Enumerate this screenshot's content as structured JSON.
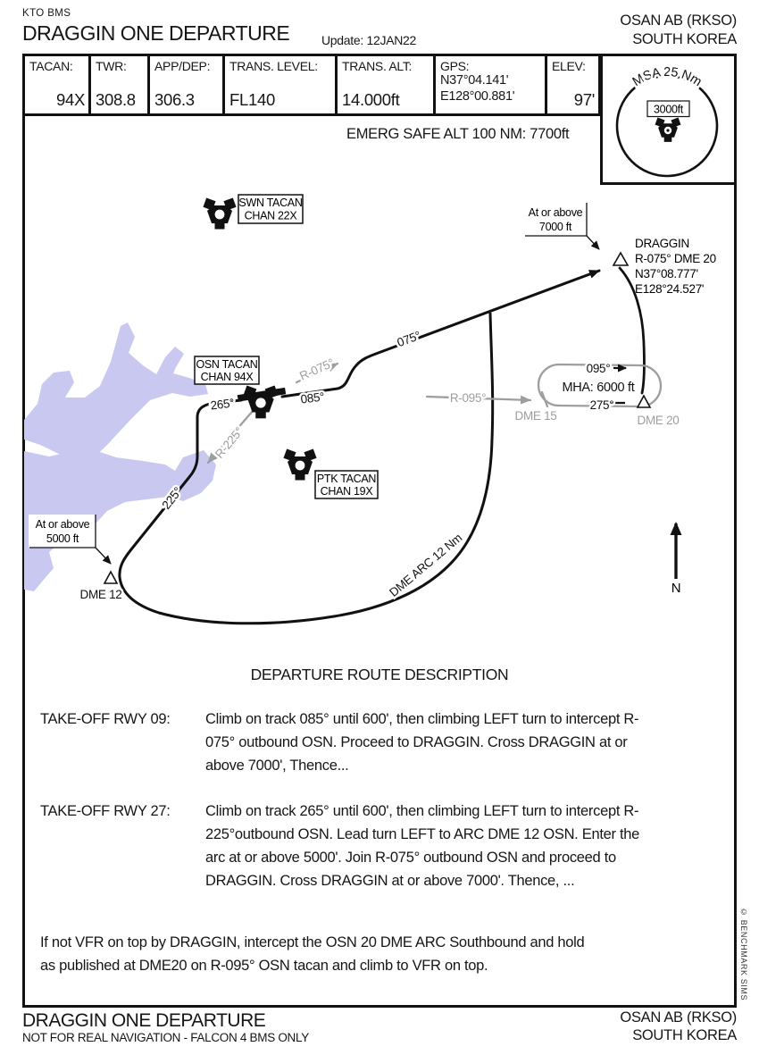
{
  "header": {
    "brand": "KTO BMS",
    "title": "DRAGGIN ONE DEPARTURE",
    "update": "Update: 12JAN22",
    "airport": "OSAN AB (RKSO)",
    "country": "SOUTH KOREA"
  },
  "info": {
    "tacan_label": "TACAN:",
    "tacan": "94X",
    "twr_label": "TWR:",
    "twr": "308.8",
    "appdep_label": "APP/DEP:",
    "appdep": "306.3",
    "translevel_label": "TRANS. LEVEL:",
    "translevel": "FL140",
    "transalt_label": "TRANS. ALT:",
    "transalt": "14.000ft",
    "gps_label": "GPS:",
    "gps_lat": "N37°04.141'",
    "gps_lon": "E128°00.881'",
    "elev_label": "ELEV:",
    "elev": "97'"
  },
  "msa": {
    "ring_label": "MSA 25 Nm",
    "altitude": "3000ft"
  },
  "emerg": "EMERG SAFE ALT 100 NM: 7700ft",
  "chart": {
    "navaids": {
      "swn": {
        "name": "SWN TACAN",
        "chan": "CHAN 22X"
      },
      "osn": {
        "name": "OSN TACAN",
        "chan": "CHAN 94X"
      },
      "ptk": {
        "name": "PTK TACAN",
        "chan": "CHAN 19X"
      }
    },
    "fix": {
      "name": "DRAGGIN",
      "radial": "R-075° DME 20",
      "lat": "N37°08.777'",
      "lon": "E128°24.527'"
    },
    "callout_7000": {
      "line1": "At or above",
      "line2": "7000 ft"
    },
    "callout_5000": {
      "line1": "At or above",
      "line2": "5000 ft"
    },
    "labels": {
      "trk265": "265°",
      "trk085": "085°",
      "r075": "R-075°",
      "trk075": "075°",
      "trk225": "225°",
      "r225": "R-225°",
      "r095": "R-095°",
      "hold_out": "095°",
      "hold_in": "275°",
      "mha": "MHA: 6000 ft",
      "dme15": "DME 15",
      "dme20": "DME 20",
      "dme12": "DME 12",
      "arc": "DME ARC 12 Nm",
      "north": "N"
    },
    "colors": {
      "water": "#c8c8f1",
      "radial_gray": "#9e9e9e",
      "ink": "#111111"
    }
  },
  "description": {
    "title": "DEPARTURE ROUTE DESCRIPTION",
    "rwy09_label": "TAKE-OFF RWY 09:",
    "rwy09_text": "Climb on track 085° until 600', then climbing LEFT turn to intercept R-075° outbound OSN. Proceed to DRAGGIN. Cross DRAGGIN at or above 7000', Thence...",
    "rwy27_label": "TAKE-OFF RWY 27:",
    "rwy27_text": "Climb on track 265° until 600', then climbing LEFT turn to intercept R-225°outbound OSN. Lead turn LEFT to ARC DME 12 OSN. Enter the arc at or above 5000'. Join R-075° outbound OSN and proceed to DRAGGIN. Cross DRAGGIN at or above 7000'. Thence, ...",
    "note": "If not VFR on top by DRAGGIN, intercept the OSN 20 DME ARC Southbound and hold as published at DME20 on R-095° OSN tacan and climb to VFR on top."
  },
  "footer": {
    "title": "DRAGGIN ONE DEPARTURE",
    "disclaimer": "NOT FOR REAL NAVIGATION - FALCON 4 BMS ONLY",
    "airport": "OSAN AB (RKSO)",
    "country": "SOUTH KOREA"
  },
  "copyright": "© BENCHMARK SIMS"
}
